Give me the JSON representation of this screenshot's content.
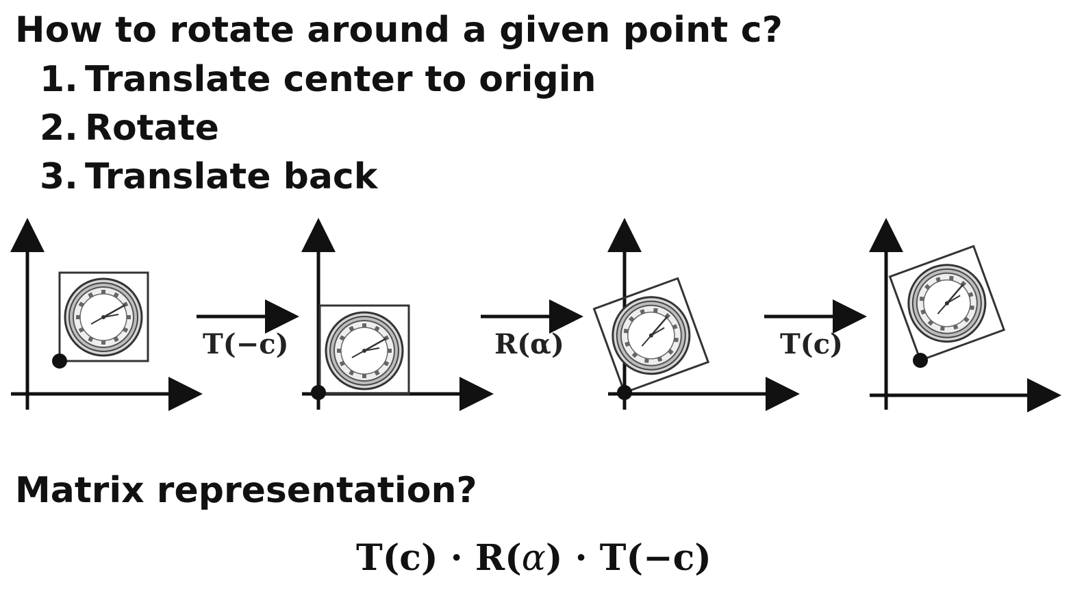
{
  "title": "How to rotate around a given point c?",
  "steps": [
    {
      "number": "1.",
      "text": "Translate center to origin"
    },
    {
      "number": "2.",
      "text": "Rotate"
    },
    {
      "number": "3.",
      "text": "Translate back"
    }
  ],
  "diagram": {
    "operations": [
      {
        "name": "T",
        "arg": "(−c)"
      },
      {
        "name": "R",
        "arg": "(α)"
      },
      {
        "name": "T",
        "arg": "(c)"
      }
    ],
    "object_icon": "clock-icon",
    "colors": {
      "ink": "#111111",
      "object_fill": "#dcdcdc"
    }
  },
  "subtitle": "Matrix representation?",
  "formula": {
    "part1": "T(c)",
    "dot1": " · ",
    "part2_name": "R(",
    "part2_greek": "α",
    "part2_close": ")",
    "dot2": " · ",
    "part3": "T(−c)"
  }
}
